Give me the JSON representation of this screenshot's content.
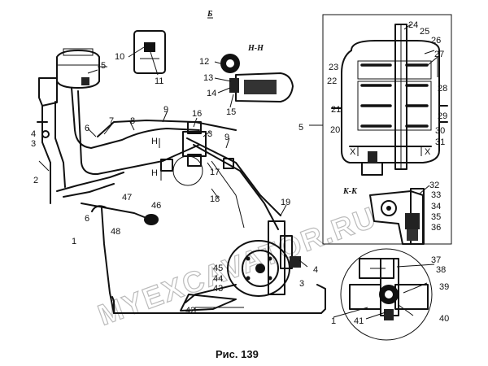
{
  "figure": {
    "caption": "Рис. 139",
    "section_main": "Б",
    "section_n": "Н-Н",
    "section_k": "К-К",
    "section_x1": "X",
    "section_x2": "X",
    "mark_h1": "Н",
    "mark_h2": "Н",
    "watermark": "MYEXCAVATOR.RU"
  },
  "labels": [
    {
      "id": "1",
      "text": "1"
    },
    {
      "id": "2",
      "text": "2"
    },
    {
      "id": "3",
      "text": "3"
    },
    {
      "id": "4",
      "text": "4"
    },
    {
      "id": "5",
      "text": "5"
    },
    {
      "id": "6",
      "text": "6"
    },
    {
      "id": "7",
      "text": "7"
    },
    {
      "id": "8",
      "text": "8"
    },
    {
      "id": "9",
      "text": "9"
    },
    {
      "id": "10",
      "text": "10"
    },
    {
      "id": "11",
      "text": "11"
    },
    {
      "id": "12",
      "text": "12"
    },
    {
      "id": "13",
      "text": "13"
    },
    {
      "id": "14",
      "text": "14"
    },
    {
      "id": "15",
      "text": "15"
    },
    {
      "id": "16",
      "text": "16"
    },
    {
      "id": "17",
      "text": "17"
    },
    {
      "id": "18",
      "text": "18"
    },
    {
      "id": "19",
      "text": "19"
    },
    {
      "id": "20",
      "text": "20"
    },
    {
      "id": "21",
      "text": "21"
    },
    {
      "id": "22",
      "text": "22"
    },
    {
      "id": "23",
      "text": "23"
    },
    {
      "id": "24",
      "text": "24"
    },
    {
      "id": "25",
      "text": "25"
    },
    {
      "id": "26",
      "text": "26"
    },
    {
      "id": "27",
      "text": "27"
    },
    {
      "id": "28",
      "text": "28"
    },
    {
      "id": "29",
      "text": "29"
    },
    {
      "id": "30",
      "text": "30"
    },
    {
      "id": "31",
      "text": "31"
    },
    {
      "id": "32",
      "text": "32"
    },
    {
      "id": "33",
      "text": "33"
    },
    {
      "id": "34",
      "text": "34"
    },
    {
      "id": "35",
      "text": "35"
    },
    {
      "id": "36",
      "text": "36"
    },
    {
      "id": "37",
      "text": "37"
    },
    {
      "id": "38",
      "text": "38"
    },
    {
      "id": "39",
      "text": "39"
    },
    {
      "id": "40",
      "text": "40"
    },
    {
      "id": "41",
      "text": "41"
    },
    {
      "id": "42",
      "text": "42"
    },
    {
      "id": "43",
      "text": "43"
    },
    {
      "id": "44",
      "text": "44"
    },
    {
      "id": "45",
      "text": "45"
    },
    {
      "id": "46",
      "text": "46"
    },
    {
      "id": "47",
      "text": "47"
    },
    {
      "id": "48",
      "text": "48"
    }
  ]
}
